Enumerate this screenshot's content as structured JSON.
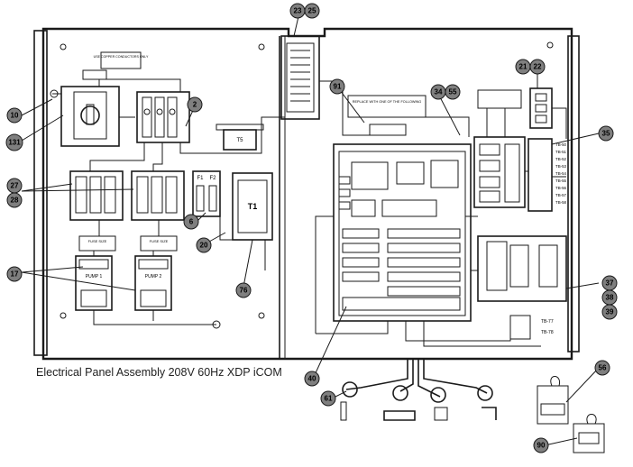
{
  "caption": "Electrical Panel Assembly 208V 60Hz XDP iCOM",
  "callouts": [
    "23",
    "25",
    "91",
    "21",
    "22",
    "10",
    "131",
    "2",
    "34",
    "55",
    "35",
    "27",
    "28",
    "20",
    "6",
    "T1",
    "17",
    "76",
    "37",
    "38",
    "39",
    "40",
    "61",
    "56",
    "90"
  ],
  "labels": {
    "copper_note": "USE COPPER CONDUCTORS ONLY",
    "t5": "T5",
    "f1": "F1",
    "f2": "F2",
    "t1": "T1",
    "fuse_left": "FUSE SIZE",
    "fuse_right": "FUSE SIZE",
    "pump1": "PUMP 1",
    "pump2": "PUMP 2",
    "tb77": "TB-77",
    "tb78": "TB-78",
    "replace_note": "REPLACE WITH ONE OF THE FOLLOWING",
    "tb_right": [
      "TB-50",
      "TB-51",
      "TB-52",
      "TB-53",
      "TB-54",
      "TB-55",
      "TB-56",
      "TB-57",
      "TB-58"
    ]
  },
  "colors": {
    "line": "#1a1a1a",
    "callout_fill": "#7f7f7f",
    "panel_fill": "#ffffff",
    "board_fill": "#ffffff"
  }
}
